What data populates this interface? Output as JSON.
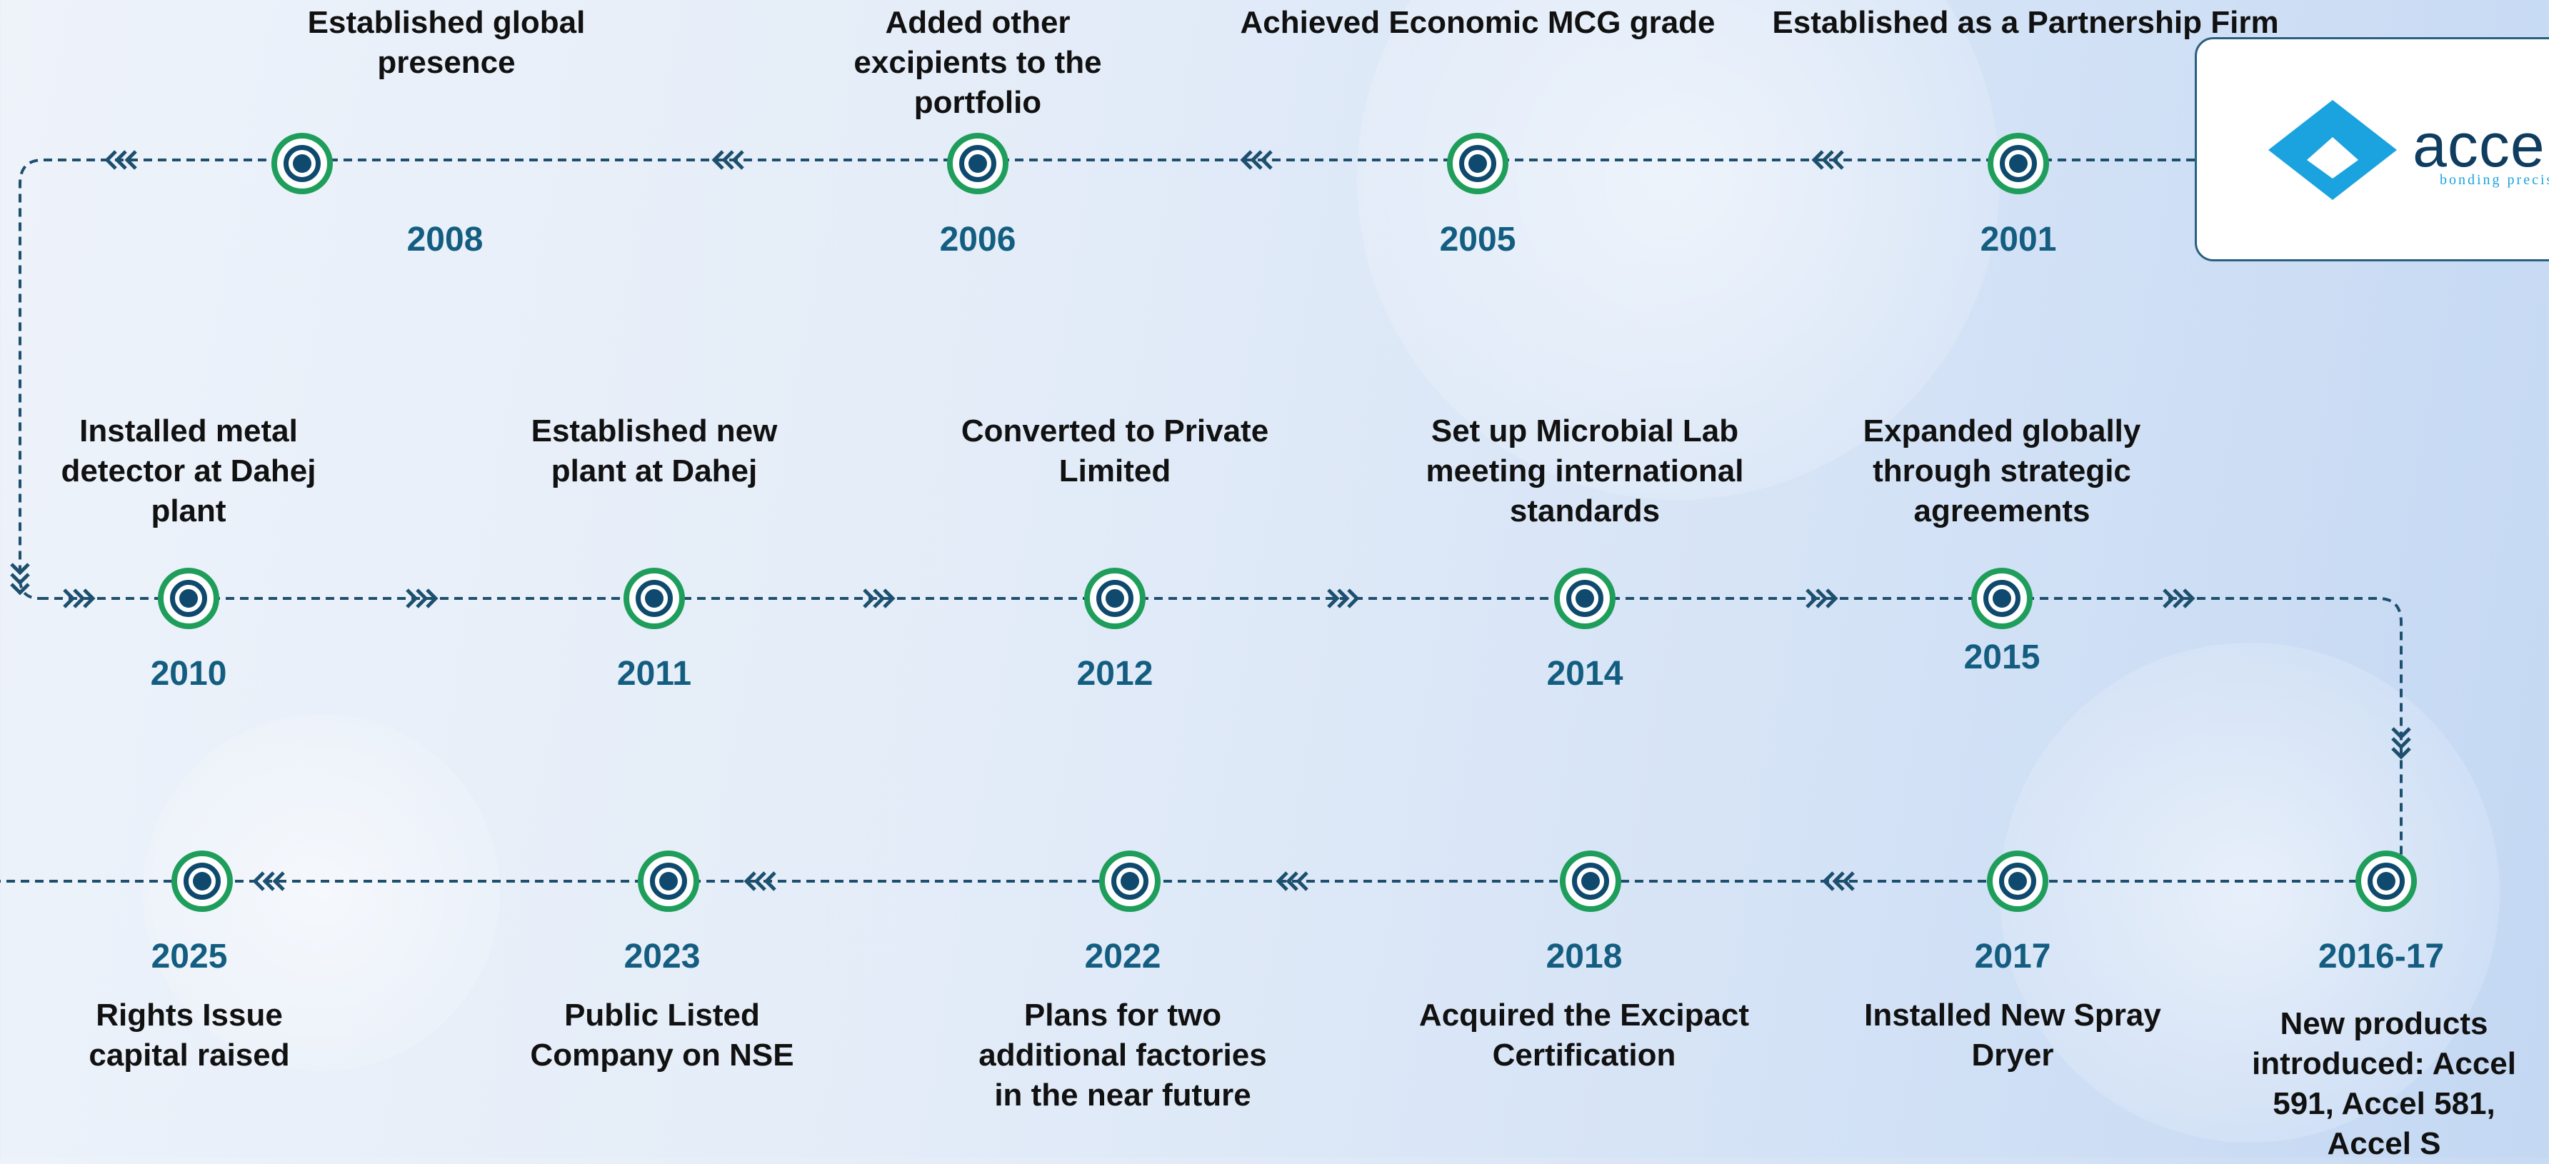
{
  "logo": {
    "name": "accen",
    "tagline": "bonding precisi"
  },
  "colors": {
    "line": "#1d4f6e",
    "ring": "#1e9e5a",
    "core": "#0f4a6e",
    "year": "#135d80"
  },
  "rows": {
    "top": [
      {
        "year": "2001",
        "label": "Established as a Partnership Firm"
      },
      {
        "year": "2005",
        "label": "Achieved Economic MCG grade"
      },
      {
        "year": "2006",
        "label": "Added other excipients to the portfolio"
      },
      {
        "year": "2008",
        "label": "Established global presence"
      }
    ],
    "middle": [
      {
        "year": "2010",
        "label": "Installed metal detector at Dahej plant"
      },
      {
        "year": "2011",
        "label": "Established new plant at Dahej"
      },
      {
        "year": "2012",
        "label": "Converted to Private Limited"
      },
      {
        "year": "2014",
        "label": "Set up Microbial Lab meeting international standards"
      },
      {
        "year": "2015",
        "label": "Expanded globally through strategic agreements"
      }
    ],
    "bottom": [
      {
        "year": "2016-17",
        "label": "New products introduced: Accel 591, Accel 581, Accel S"
      },
      {
        "year": "2017",
        "label": "Installed New Spray Dryer"
      },
      {
        "year": "2018",
        "label": "Acquired the Excipact Certification"
      },
      {
        "year": "2022",
        "label": "Plans for two additional factories in the near future"
      },
      {
        "year": "2023",
        "label": "Public Listed Company on NSE"
      },
      {
        "year": "2025",
        "label": "Rights Issue capital raised"
      }
    ]
  }
}
